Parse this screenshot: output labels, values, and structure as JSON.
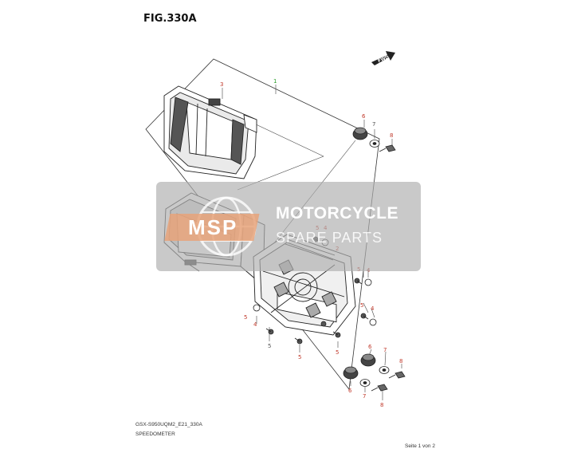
{
  "figure": {
    "title": "FIG.330A",
    "footer_code": "GSX-S950UQM2_E21_330A",
    "footer_name": "SPEEDOMETER",
    "footer_page": "Seite 1 von 2"
  },
  "arrow": {
    "label": "FWD"
  },
  "callouts": [
    {
      "id": "c1",
      "text": "1",
      "color": "#2a9d2a"
    },
    {
      "id": "c3",
      "text": "3",
      "color": "#c0392b"
    },
    {
      "id": "c2",
      "text": "2",
      "color": "#c0392b"
    },
    {
      "id": "c6a",
      "text": "6",
      "color": "#c0392b"
    },
    {
      "id": "c7a",
      "text": "7",
      "color": "#555555"
    },
    {
      "id": "c8a",
      "text": "8",
      "color": "#c0392b"
    },
    {
      "id": "c5a",
      "text": "5",
      "color": "#c0392b"
    },
    {
      "id": "c4a",
      "text": "4",
      "color": "#c0392b"
    },
    {
      "id": "c5b",
      "text": "5",
      "color": "#c0392b"
    },
    {
      "id": "c4b",
      "text": "4",
      "color": "#c0392b"
    },
    {
      "id": "c5c",
      "text": "5",
      "color": "#c0392b"
    },
    {
      "id": "c4c",
      "text": "4",
      "color": "#c0392b"
    },
    {
      "id": "c5d",
      "text": "5",
      "color": "#c0392b"
    },
    {
      "id": "c4d",
      "text": "4",
      "color": "#c0392b"
    },
    {
      "id": "c5e",
      "text": "5",
      "color": "#555555"
    },
    {
      "id": "c5f",
      "text": "5",
      "color": "#c0392b"
    },
    {
      "id": "c5g",
      "text": "5",
      "color": "#c0392b"
    },
    {
      "id": "c6b",
      "text": "6",
      "color": "#c0392b"
    },
    {
      "id": "c7b",
      "text": "7",
      "color": "#c0392b"
    },
    {
      "id": "c8b",
      "text": "8",
      "color": "#c0392b"
    },
    {
      "id": "c6c",
      "text": "6",
      "color": "#c0392b"
    },
    {
      "id": "c7c",
      "text": "7",
      "color": "#c0392b"
    },
    {
      "id": "c8c",
      "text": "8",
      "color": "#c0392b"
    }
  ],
  "watermark": {
    "logo_text": "MSP",
    "line1": "MOTORCYCLE",
    "line2": "SPARE PARTS",
    "logo_color": "#e8a37a"
  }
}
